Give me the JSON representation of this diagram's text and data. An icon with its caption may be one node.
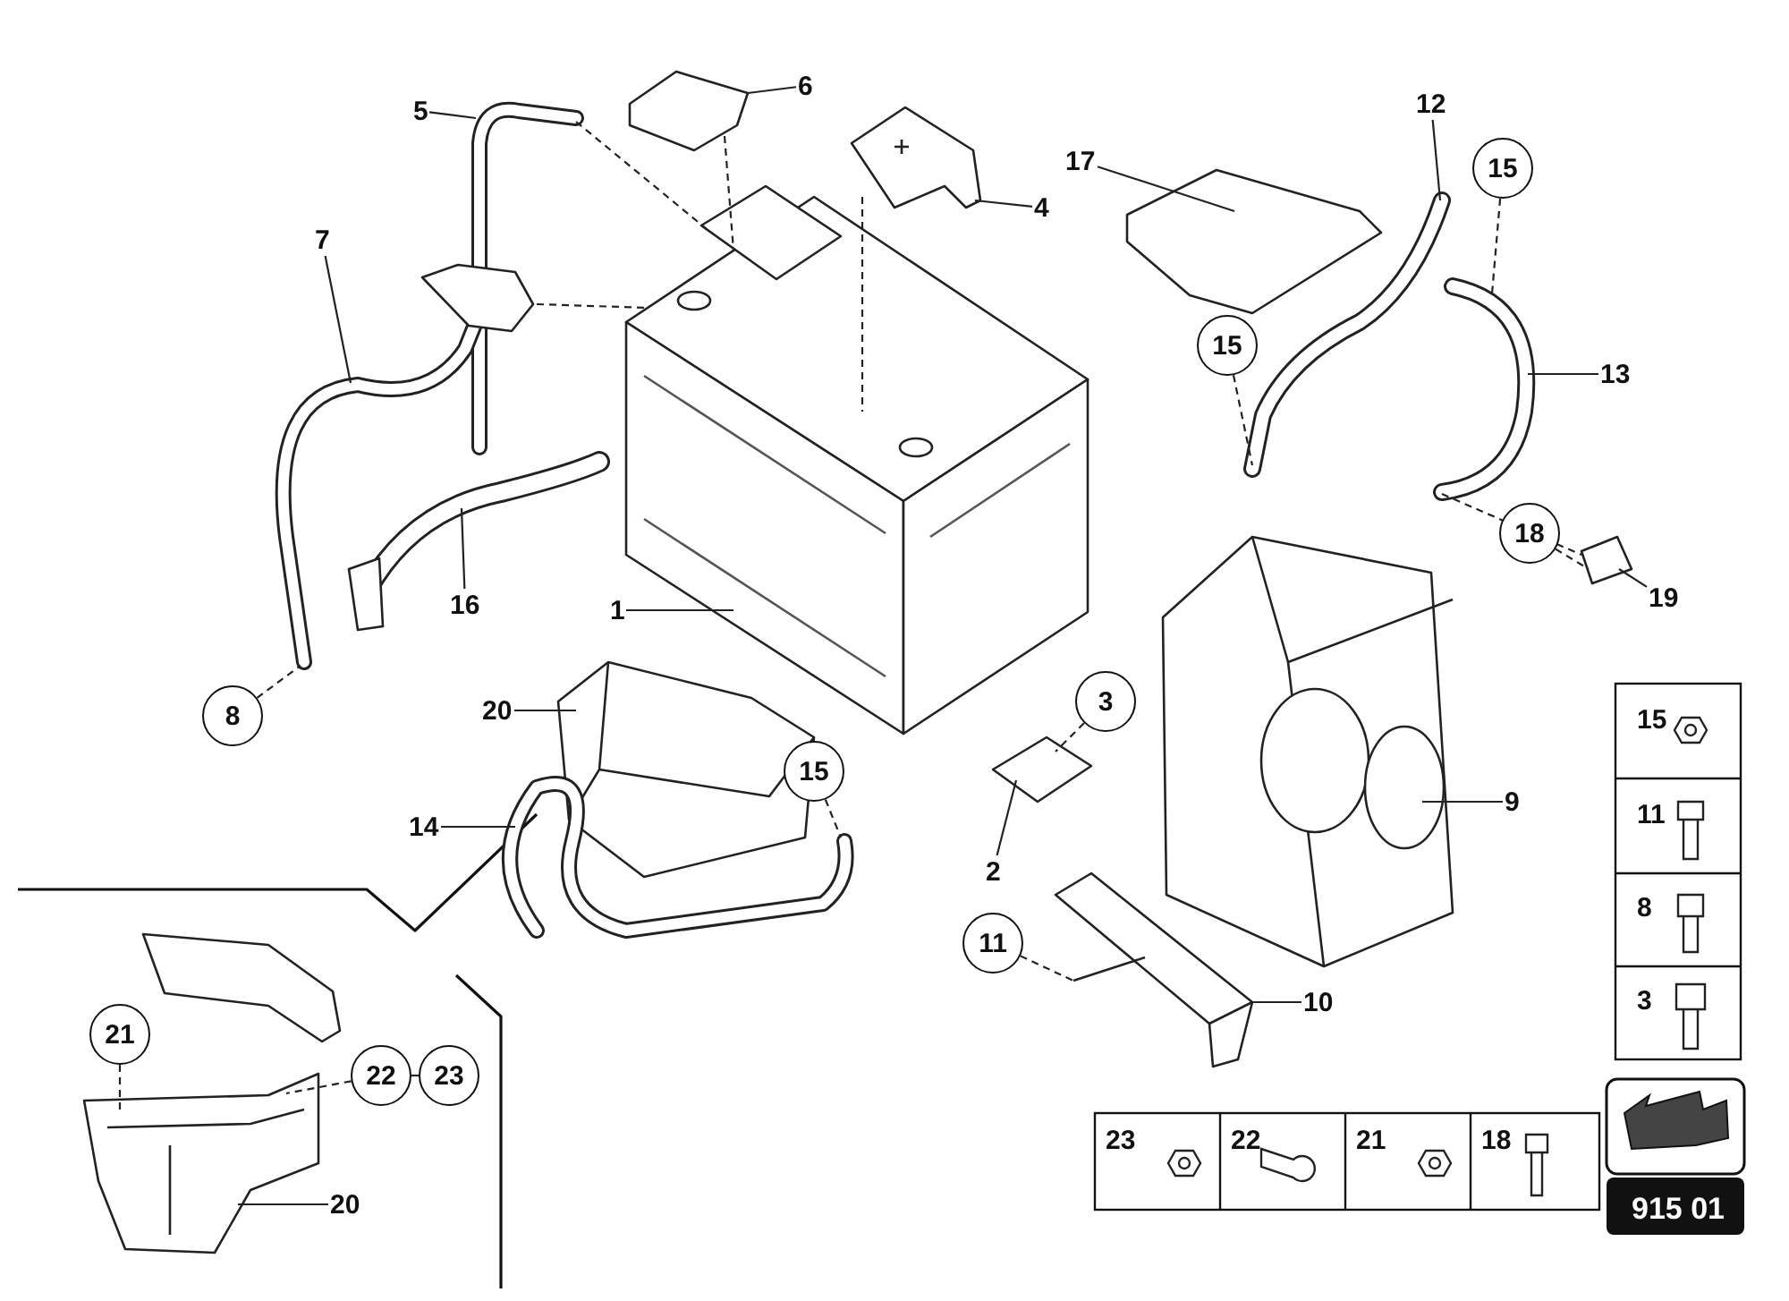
{
  "diagram": {
    "nodes": [
      {
        "text": [
          "5"
        ]
      },
      {
        "text": [
          "6"
        ]
      },
      {
        "text": [
          "4"
        ]
      },
      {
        "text": [
          "7"
        ]
      },
      {
        "text": [
          "17"
        ]
      },
      {
        "text": [
          "12"
        ]
      },
      {
        "text": [
          "15"
        ]
      },
      {
        "text": [
          "15"
        ]
      },
      {
        "text": [
          "13"
        ]
      },
      {
        "text": [
          "1"
        ]
      },
      {
        "text": [
          "16"
        ]
      },
      {
        "text": [
          "18"
        ]
      },
      {
        "text": [
          "19"
        ]
      },
      {
        "text": [
          "8"
        ]
      },
      {
        "text": [
          "3"
        ]
      },
      {
        "text": [
          "20"
        ]
      },
      {
        "text": [
          "15"
        ]
      },
      {
        "text": [
          "9"
        ]
      },
      {
        "text": [
          "2"
        ]
      },
      {
        "text": [
          "14"
        ]
      },
      {
        "text": [
          "11"
        ]
      },
      {
        "text": [
          "10"
        ]
      },
      {
        "text": [
          "21"
        ]
      },
      {
        "text": [
          "22"
        ]
      },
      {
        "text": [
          "23"
        ]
      },
      {
        "text": [
          "20"
        ]
      },
      {
        "text": [],
        "shape": "picture"
      },
      {
        "text": [],
        "shape": "picture"
      },
      {
        "text": [],
        "shape": "picture"
      },
      {
        "text": [],
        "shape": "picture"
      },
      {
        "text": [],
        "shape": "picture"
      },
      {
        "text": [],
        "shape": "picture"
      },
      {
        "text": [],
        "shape": "picture"
      },
      {
        "text": [],
        "shape": "picture"
      },
      {
        "text": [],
        "shape": "picture"
      },
      {
        "text": [],
        "shape": "picture"
      },
      {
        "text": [],
        "shape": "picture"
      },
      {
        "text": [],
        "shape": "picture"
      },
      {
        "text": [],
        "shape": "picture"
      },
      {
        "text": [],
        "shape": "picture"
      },
      {
        "text": [],
        "shape": "picture"
      },
      {
        "text": [],
        "shape": "picture"
      }
    ],
    "edges": [
      {
        "from": 0,
        "to": 26,
        "arrow": "none"
      },
      {
        "from": 1,
        "to": 27,
        "arrow": "none"
      },
      {
        "from": 2,
        "to": 28,
        "arrow": "none"
      },
      {
        "from": 3,
        "to": 29,
        "arrow": "none"
      },
      {
        "from": 4,
        "to": 30,
        "arrow": "none"
      },
      {
        "from": 5,
        "to": 31,
        "arrow": "none"
      },
      {
        "from": 6,
        "to": 32,
        "arrow": "none",
        "style": "dashed"
      },
      {
        "from": 7,
        "to": 31,
        "arrow": "none",
        "style": "dashed"
      },
      {
        "from": 8,
        "to": 32,
        "arrow": "none"
      },
      {
        "from": 9,
        "to": 33,
        "arrow": "none"
      },
      {
        "from": 10,
        "to": 34,
        "arrow": "none"
      },
      {
        "from": 11,
        "to": 35,
        "arrow": "none",
        "style": "dashed"
      },
      {
        "from": 12,
        "to": 35,
        "arrow": "none"
      },
      {
        "from": 13,
        "to": 29,
        "arrow": "none",
        "style": "dashed"
      },
      {
        "from": 14,
        "to": 38,
        "arrow": "none",
        "style": "dashed"
      },
      {
        "from": 15,
        "to": 36,
        "arrow": "none"
      },
      {
        "from": 16,
        "to": 39,
        "arrow": "none",
        "style": "dashed"
      },
      {
        "from": 17,
        "to": 37,
        "arrow": "none"
      },
      {
        "from": 18,
        "to": 38,
        "arrow": "none"
      },
      {
        "from": 19,
        "to": 39,
        "arrow": "none"
      },
      {
        "from": 20,
        "to": 40,
        "arrow": "none",
        "style": "dashed"
      },
      {
        "from": 21,
        "to": 40,
        "arrow": "none"
      },
      {
        "from": 22,
        "to": 41,
        "arrow": "none",
        "style": "dashed"
      },
      {
        "from": 23,
        "to": 24,
        "arrow": "none",
        "style": "dashed"
      },
      {
        "from": 23,
        "to": 41,
        "arrow": "none",
        "style": "dashed"
      },
      {
        "from": 25,
        "to": 41,
        "arrow": "none"
      },
      {
        "from": 26,
        "to": 33,
        "arrow": "none",
        "style": "dashed"
      },
      {
        "from": 27,
        "to": 33,
        "arrow": "none",
        "style": "dashed"
      },
      {
        "from": 28,
        "to": 33,
        "arrow": "none",
        "style": "dashed"
      },
      {
        "from": 29,
        "to": 33,
        "arrow": "none",
        "style": "dashed"
      },
      {
        "from": 32,
        "to": 35,
        "arrow": "none",
        "style": "dashed"
      }
    ],
    "labels": [
      "15",
      "11",
      "8",
      "3",
      "23",
      "22",
      "21",
      "18",
      "915 01"
    ]
  }
}
